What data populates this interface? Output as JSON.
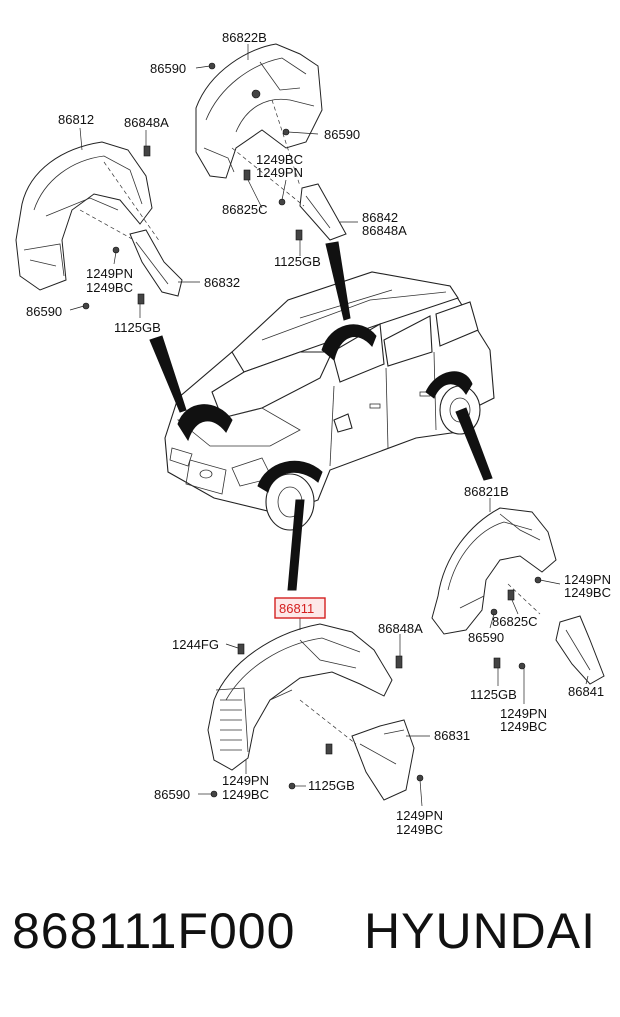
{
  "diagram": {
    "callouts": [
      {
        "id": "c1",
        "text": "86822B"
      },
      {
        "id": "c2",
        "text": "86590"
      },
      {
        "id": "c3",
        "text": "86590"
      },
      {
        "id": "c4",
        "text": "1249BC"
      },
      {
        "id": "c5",
        "text": "1249PN"
      },
      {
        "id": "c6",
        "text": "86825C"
      },
      {
        "id": "c7",
        "text": "86842"
      },
      {
        "id": "c8",
        "text": "86848A"
      },
      {
        "id": "c9",
        "text": "1125GB"
      },
      {
        "id": "c10",
        "text": "86812"
      },
      {
        "id": "c11",
        "text": "86848A"
      },
      {
        "id": "c12",
        "text": "1249PN"
      },
      {
        "id": "c13",
        "text": "1249BC"
      },
      {
        "id": "c14",
        "text": "86832"
      },
      {
        "id": "c15",
        "text": "86590"
      },
      {
        "id": "c16",
        "text": "1125GB"
      },
      {
        "id": "c17",
        "text": "86821B"
      },
      {
        "id": "c18",
        "text": "1249PN"
      },
      {
        "id": "c19",
        "text": "1249BC"
      },
      {
        "id": "c20",
        "text": "86825C"
      },
      {
        "id": "c21",
        "text": "86590"
      },
      {
        "id": "c22",
        "text": "1125GB"
      },
      {
        "id": "c23",
        "text": "86841"
      },
      {
        "id": "c24",
        "text": "1249PN"
      },
      {
        "id": "c25",
        "text": "1249BC"
      },
      {
        "id": "c26",
        "text": "86811"
      },
      {
        "id": "c27",
        "text": "86848A"
      },
      {
        "id": "c28",
        "text": "1244FG"
      },
      {
        "id": "c29",
        "text": "86831"
      },
      {
        "id": "c30",
        "text": "1249PN"
      },
      {
        "id": "c31",
        "text": "1249BC"
      },
      {
        "id": "c32",
        "text": "86590"
      },
      {
        "id": "c33",
        "text": "1125GB"
      },
      {
        "id": "c34",
        "text": "1249PN"
      },
      {
        "id": "c35",
        "text": "1249BC"
      }
    ],
    "highlight": {
      "text": "86811",
      "color": "#d42020",
      "fill": "#fde8e8"
    }
  },
  "footer": {
    "part_number": "868111F000",
    "brand": "HYUNDAI"
  }
}
